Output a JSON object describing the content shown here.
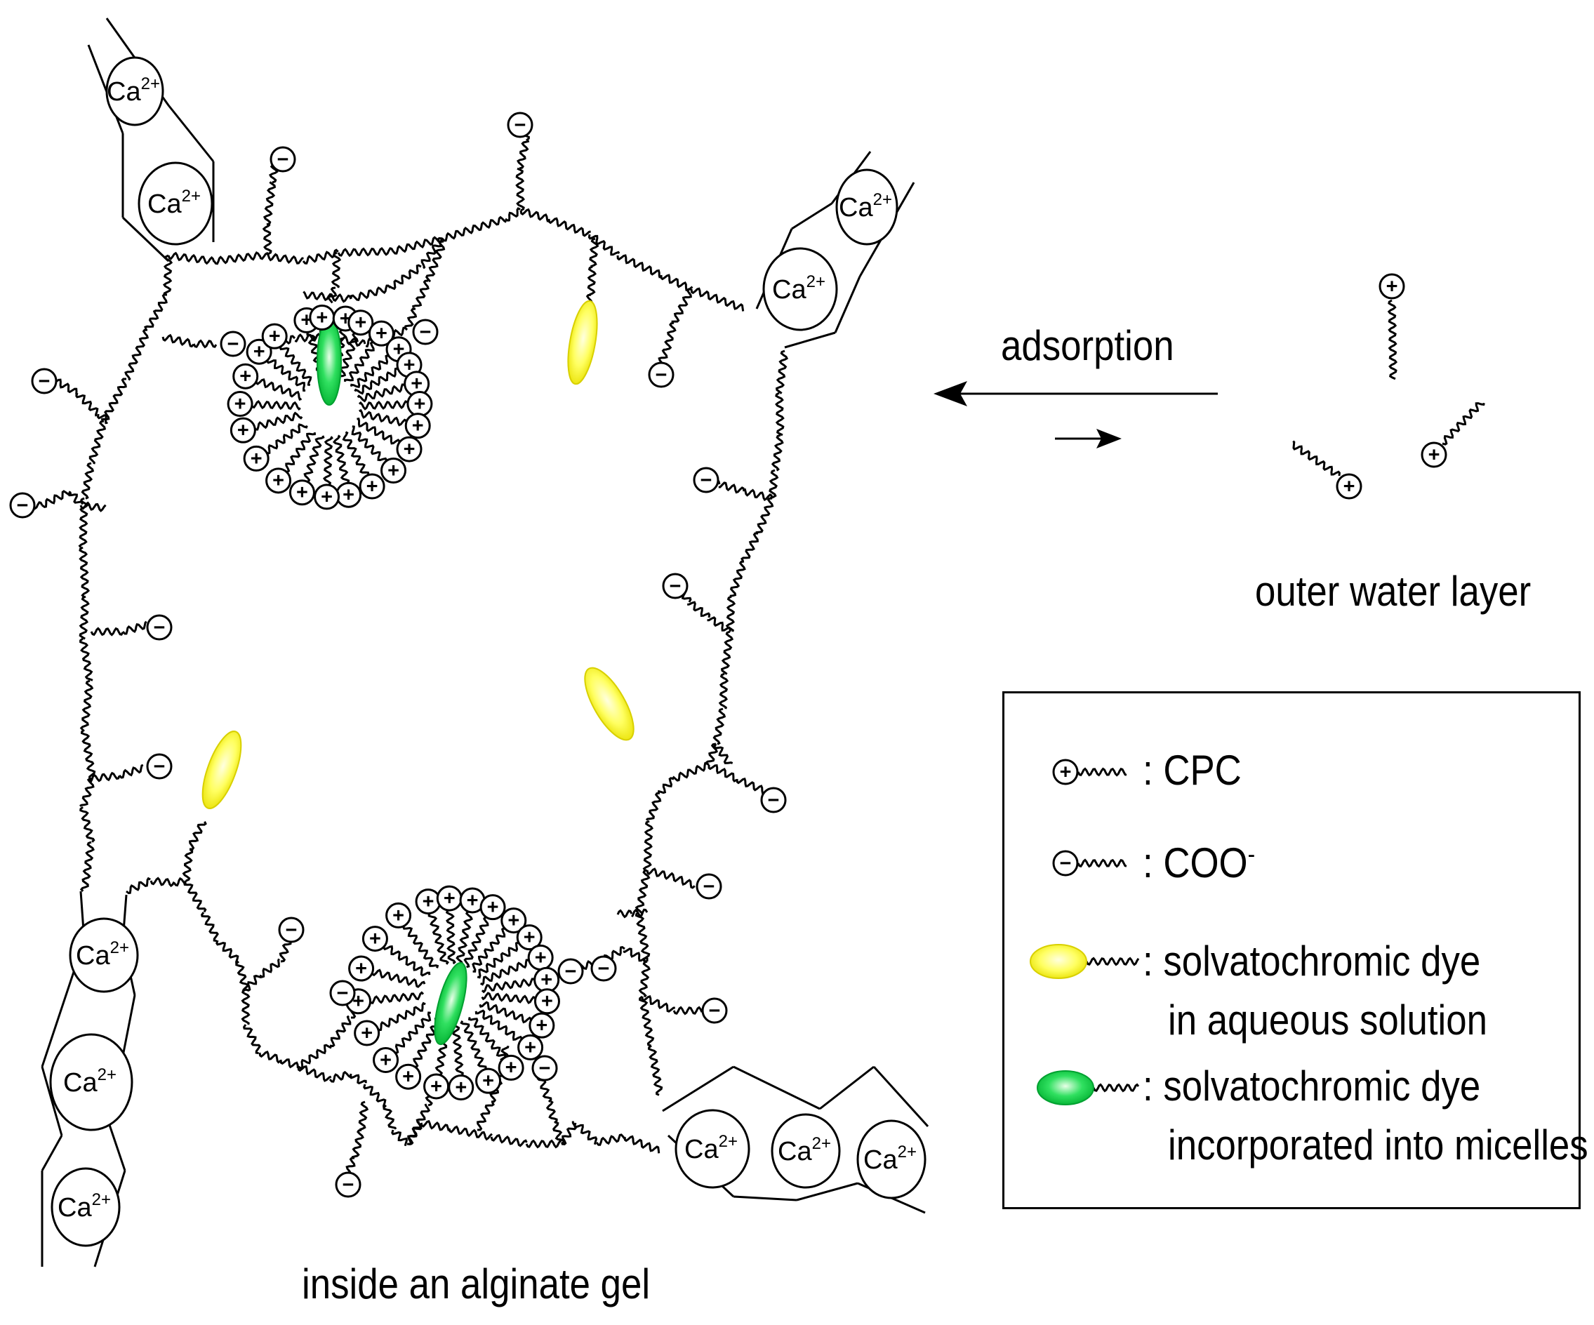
{
  "labels": {
    "adsorption": "adsorption",
    "outer_water_layer": "outer water layer",
    "inside_gel": "inside an alginate gel"
  },
  "ion_labels": {
    "calcium": "Ca",
    "calcium_charge": "2+",
    "plus": "+",
    "minus": "−"
  },
  "legend": {
    "cpc": ": CPC",
    "coo": ": COO",
    "coo_sup": "-",
    "dye_aqueous_line1": ": solvatochromic dye",
    "dye_aqueous_line2": "in aqueous solution",
    "dye_micelle_line1": ": solvatochromic dye",
    "dye_micelle_line2": "incorporated into micelles"
  },
  "colors": {
    "yellow_dye": "#ffff40",
    "green_dye": "#00d040",
    "line": "#000000"
  }
}
